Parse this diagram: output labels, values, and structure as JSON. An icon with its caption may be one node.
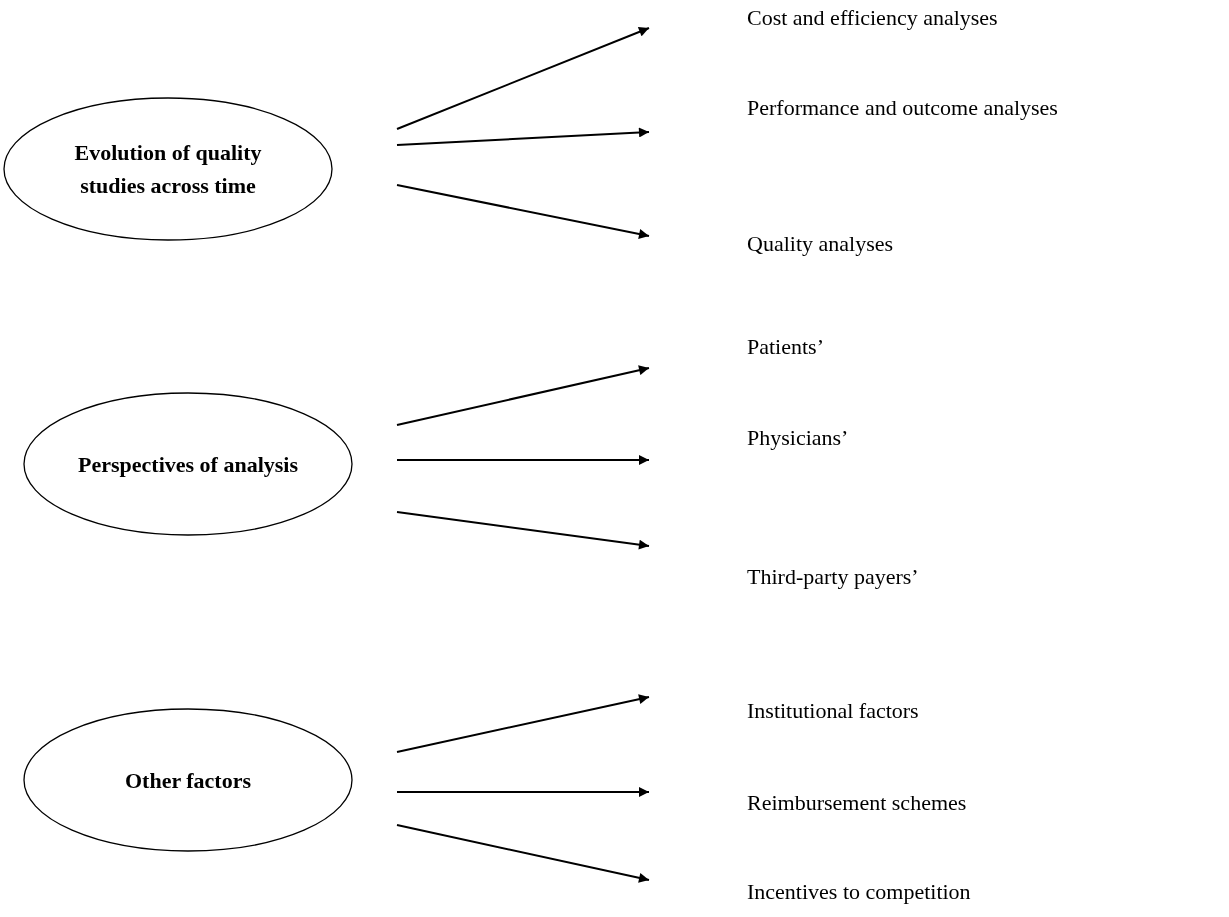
{
  "diagram": {
    "nodes": [
      {
        "text": [
          "Evolution of quality studies across time"
        ]
      },
      {
        "text": [
          "Cost and efficiency analyses"
        ]
      },
      {
        "text": [
          "Performance and outcome analyses"
        ]
      },
      {
        "text": [
          "Quality analyses"
        ]
      },
      {
        "text": [
          "Perspectives of analysis"
        ]
      },
      {
        "text": [
          "Patients’"
        ]
      },
      {
        "text": [
          "Physicians’"
        ]
      },
      {
        "text": [
          "Third-party payers’"
        ]
      },
      {
        "text": [
          "Other factors"
        ]
      },
      {
        "text": [
          "Institutional factors"
        ]
      },
      {
        "text": [
          "Reimbursement schemes"
        ]
      },
      {
        "text": [
          "Incentives to competition"
        ]
      }
    ],
    "edges": [
      {
        "from": 0,
        "to": 1,
        "arrow": "to"
      },
      {
        "from": 0,
        "to": 2,
        "arrow": "to"
      },
      {
        "from": 0,
        "to": 3,
        "arrow": "to"
      },
      {
        "from": 4,
        "to": 5,
        "arrow": "to"
      },
      {
        "from": 4,
        "to": 6,
        "arrow": "to"
      },
      {
        "from": 4,
        "to": 7,
        "arrow": "to"
      },
      {
        "from": 8,
        "to": 9,
        "arrow": "to"
      },
      {
        "from": 8,
        "to": 10,
        "arrow": "to"
      },
      {
        "from": 8,
        "to": 11,
        "arrow": "to"
      }
    ]
  }
}
